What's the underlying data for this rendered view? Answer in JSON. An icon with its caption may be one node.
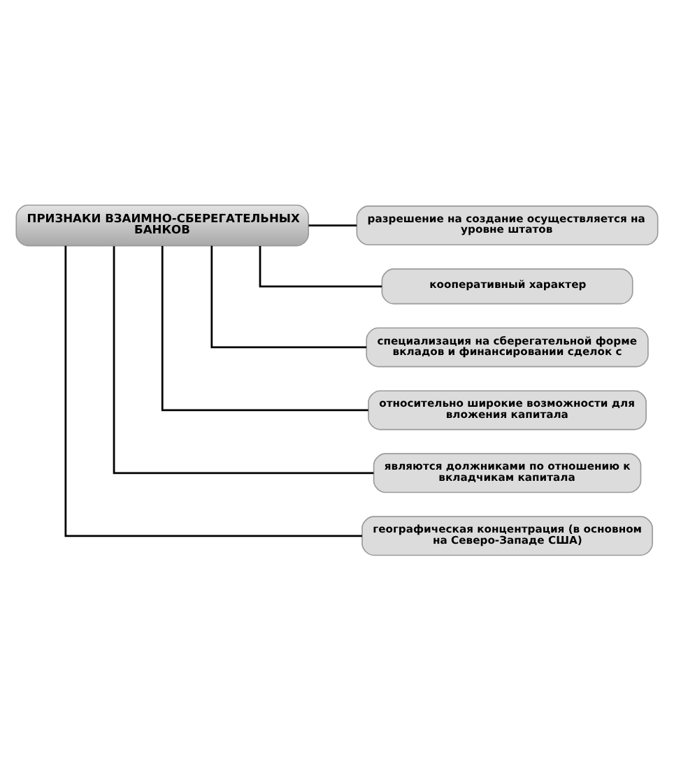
{
  "diagram": {
    "nodes": [
      {
        "text": [
          "ПРИЗНАКИ ВЗАИМНО-СБЕРЕГАТЕЛЬНЫХ БАНКОВ"
        ]
      },
      {
        "text": [
          "разрешение на создание осуществляется на уровне штатов"
        ]
      },
      {
        "text": [
          "кооперативный характер"
        ]
      },
      {
        "text": [
          "специализация на сберегательной форме вкладов и финансировании сделок с"
        ]
      },
      {
        "text": [
          "относительно широкие возможности для вложения капитала"
        ]
      },
      {
        "text": [
          "являются должниками по отношению к вкладчикам капитала"
        ]
      },
      {
        "text": [
          "географическая концентрация (в основном на Северо-Западе США)"
        ]
      }
    ],
    "edges": [
      {
        "from": 0,
        "to": 1,
        "arrow": "none"
      },
      {
        "from": 0,
        "to": 2,
        "arrow": "none"
      },
      {
        "from": 0,
        "to": 3,
        "arrow": "none"
      },
      {
        "from": 0,
        "to": 4,
        "arrow": "none"
      },
      {
        "from": 0,
        "to": 5,
        "arrow": "none"
      },
      {
        "from": 0,
        "to": 6,
        "arrow": "none"
      }
    ]
  }
}
